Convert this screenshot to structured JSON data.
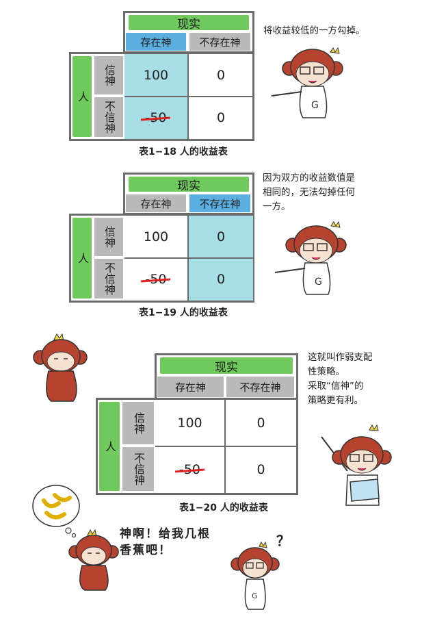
{
  "tables": [
    {
      "reality_label": "现实",
      "col_exists": "存在神",
      "col_not_exists": "不存在神",
      "row_group": "人",
      "row_believe": "信神",
      "row_not_believe": "不信神",
      "v_believe_exists": "100",
      "v_believe_not": "0",
      "v_not_exists": "-50",
      "v_not_not": "0",
      "caption": "表1−18 人的收益表"
    },
    {
      "reality_label": "现实",
      "col_exists": "存在神",
      "col_not_exists": "不存在神",
      "row_group": "人",
      "row_believe": "信神",
      "row_not_believe": "不信神",
      "v_believe_exists": "100",
      "v_believe_not": "0",
      "v_not_exists": "-50",
      "v_not_not": "0",
      "caption": "表1−19 人的收益表"
    },
    {
      "reality_label": "现实",
      "col_exists": "存在神",
      "col_not_exists": "不存在神",
      "row_group": "人",
      "row_believe": "信神",
      "row_not_believe": "不信神",
      "v_believe_exists": "100",
      "v_believe_not": "0",
      "v_not_exists": "-50",
      "v_not_not": "0",
      "caption": "表1−20 人的收益表"
    }
  ],
  "notes": {
    "note1": "将收益较低的一方勾掉。",
    "note2_l1": "因为双方的收益数值是",
    "note2_l2": "相同的，无法勾掉任何",
    "note2_l3": "一方。",
    "note3_l1": "这就叫作弱支配",
    "note3_l2": "性策略。",
    "note3_l3": "采取“信神”的",
    "note3_l4": "策略更有利。"
  },
  "speech": {
    "line1": "神啊！给我几根",
    "line2": "香蕉吧！",
    "question": "？"
  },
  "colors": {
    "green_header": "#6fc95c",
    "gray_header": "#b9b9b9",
    "blue_header": "#5aaee0",
    "highlight": "#a7dee6",
    "strike": "#e02020",
    "monkey": "#b5432f"
  }
}
